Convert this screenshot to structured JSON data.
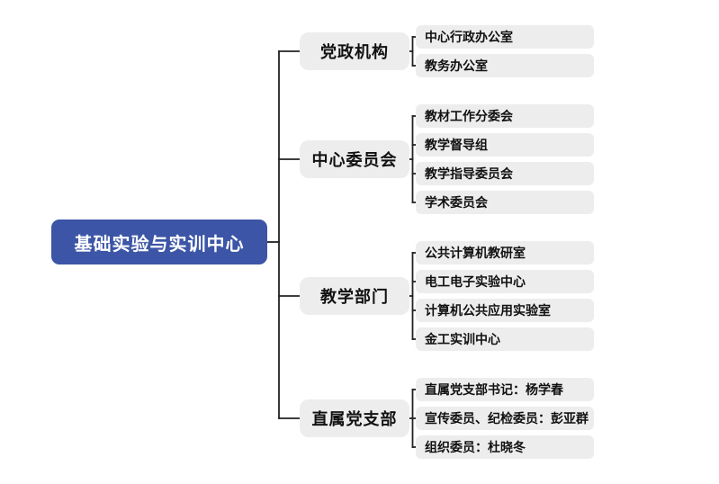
{
  "root": {
    "label": "基础实验与实训中心"
  },
  "branches": [
    {
      "label": "党政机构",
      "children": [
        "中心行政办公室",
        "教务办公室"
      ]
    },
    {
      "label": "中心委员会",
      "children": [
        "教材工作分委会",
        "教学督导组",
        "教学指导委员会",
        "学术委员会"
      ]
    },
    {
      "label": "教学部门",
      "children": [
        "公共计算机教研室",
        "电工电子实验中心",
        "计算机公共应用实验室",
        "金工实训中心"
      ]
    },
    {
      "label": "直属党支部",
      "children": [
        "直属党支部书记：杨学春",
        "宣传委员、纪检委员：彭亚群",
        "组织委员：杜晓冬"
      ]
    }
  ],
  "colors": {
    "root_bg": "#3C55A6",
    "root_text": "#FFFFFF",
    "node_bg": "#EDEDED",
    "node_text": "#111111",
    "connector": "#222222",
    "background": "#FFFFFF"
  }
}
